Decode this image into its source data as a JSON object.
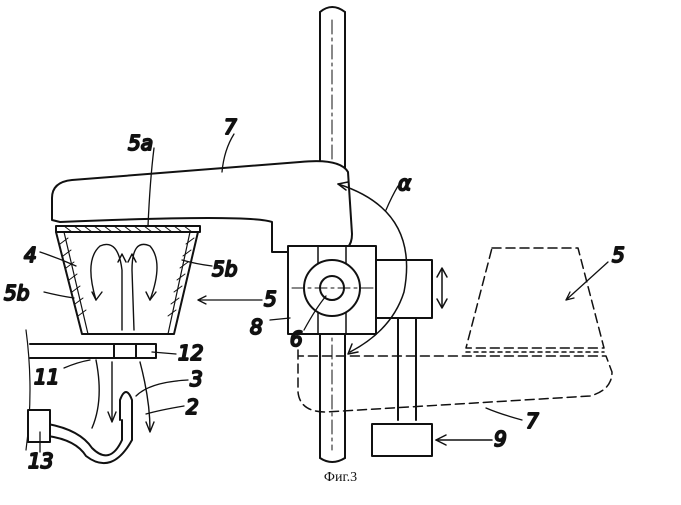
{
  "figure": {
    "caption": "Фиг.3",
    "labels": {
      "l7_top": "7",
      "l5a": "5a",
      "l_alpha": "α",
      "l4": "4",
      "l5b_right": "5b",
      "l5b_left": "5b",
      "l5_mid": "5",
      "l5_right": "5",
      "l8": "8",
      "l6": "6",
      "l12": "12",
      "l11": "11",
      "l3": "3",
      "l2": "2",
      "l7_bottom": "7",
      "l9": "9",
      "l13": "13"
    }
  }
}
